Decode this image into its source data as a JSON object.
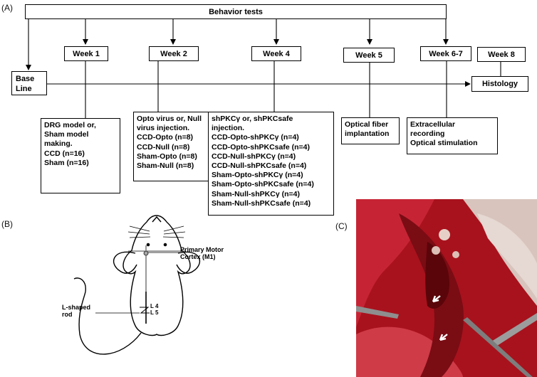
{
  "panels": {
    "a": "(A)",
    "b": "(B)",
    "c": "(C)"
  },
  "behavior_header": "Behavior tests",
  "baseline": [
    "Base",
    "Line"
  ],
  "histology": "Histology",
  "weeks": [
    "Week 1",
    "Week 2",
    "Week 4",
    "Week 5",
    "Week 6-7",
    "Week 8"
  ],
  "notes": {
    "week1": [
      "DRG model or,",
      "Sham model",
      "making.",
      "CCD (n=16)",
      "Sham (n=16)"
    ],
    "week2": [
      "Opto virus or, Null",
      "virus injection.",
      "CCD-Opto (n=8)",
      "CCD-Null (n=8)",
      "Sham-Opto (n=8)",
      "Sham-Null (n=8)"
    ],
    "week4": [
      "shPKCγ or, shPKCsafe",
      "injection.",
      "CCD-Opto-shPKCγ (n=4)",
      "CCD-Opto-shPKCsafe (n=4)",
      "CCD-Null-shPKCγ (n=4)",
      "CCD-Null-shPKCsafe (n=4)",
      "Sham-Opto-shPKCγ (n=4)",
      "Sham-Opto-shPKCsafe (n=4)",
      "Sham-Null-shPKCγ (n=4)",
      "Sham-Null-shPKCsafe (n=4)"
    ],
    "week5": [
      "Optical fiber",
      "implantation"
    ],
    "week67": [
      "Extracellular",
      "recording",
      "Optical stimulation"
    ]
  },
  "rat": {
    "motor_label": [
      "Primary Motor",
      "Cortex (M1)"
    ],
    "rod_label": [
      "L-shaped",
      "rod"
    ],
    "l4": "L 4",
    "l5": "L 5"
  },
  "colors": {
    "line": "#000000",
    "tissue_dark": "#7a0c14",
    "tissue_red": "#b3141f",
    "tissue_pale": "#d9c2b8"
  }
}
